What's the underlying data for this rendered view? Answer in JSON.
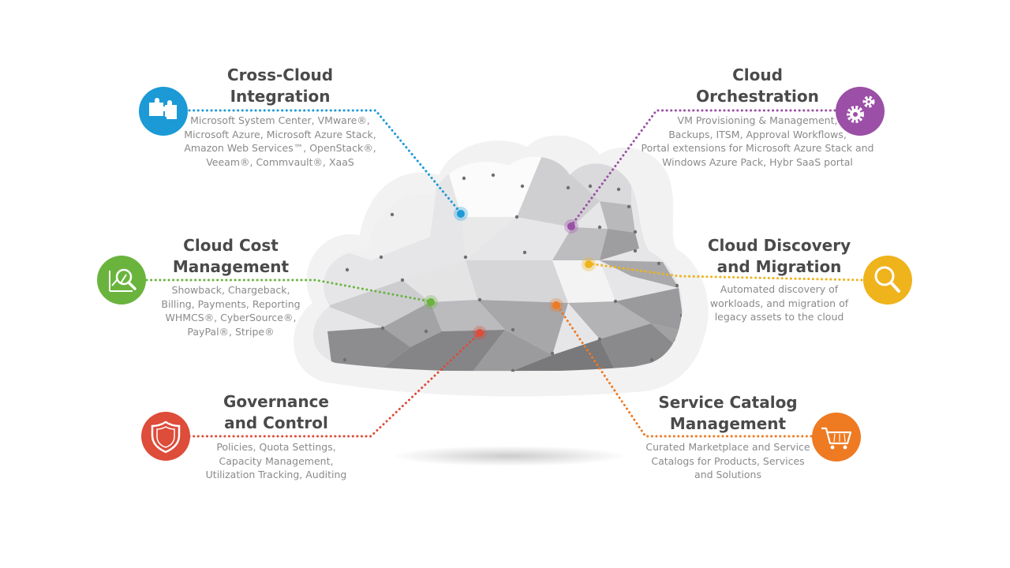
{
  "features": {
    "cross_cloud": {
      "title": [
        "Cross-Cloud",
        "Integration"
      ],
      "desc": [
        "Microsoft System Center, VMware®,",
        "Microsoft Azure, Microsoft Azure Stack,",
        "Amazon Web Services™, OpenStack®,",
        "Veeam®, Commvault®, XaaS"
      ],
      "color": "#1c9ad6",
      "icon": "puzzle-icon"
    },
    "orchestration": {
      "title": [
        "Cloud",
        "Orchestration"
      ],
      "desc": [
        "VM Provisioning & Management,",
        "Backups, ITSM, Approval Workflows,",
        "Portal extensions for Microsoft Azure Stack and",
        "Windows Azure Pack, Hybr SaaS portal"
      ],
      "color": "#9b4fa6",
      "icon": "gears-icon"
    },
    "cost": {
      "title": [
        "Cloud Cost",
        "Management"
      ],
      "desc": [
        "Showback, Chargeback,",
        "Billing, Payments, Reporting",
        "WHMCS®, CyberSource®,",
        "PayPal®, Stripe®"
      ],
      "color": "#6ab43e",
      "icon": "chart-magnifier-icon"
    },
    "discovery": {
      "title": [
        "Cloud Discovery",
        "and Migration"
      ],
      "desc": [
        "Automated discovery of",
        "workloads, and migration of",
        "legacy assets to the cloud"
      ],
      "color": "#efb31b",
      "icon": "magnifier-icon"
    },
    "governance": {
      "title": [
        "Governance",
        "and Control"
      ],
      "desc": [
        "Policies, Quota Settings,",
        "Capacity Management,",
        "Utilization Tracking, Auditing"
      ],
      "color": "#de4c3a",
      "icon": "shield-icon"
    },
    "service_catalog": {
      "title": [
        "Service Catalog",
        "Management"
      ],
      "desc": [
        "Curated Marketplace and Service",
        "Catalogs for Products, Services",
        "and Solutions"
      ],
      "color": "#ee7a22",
      "icon": "shopping-cart-icon"
    }
  }
}
